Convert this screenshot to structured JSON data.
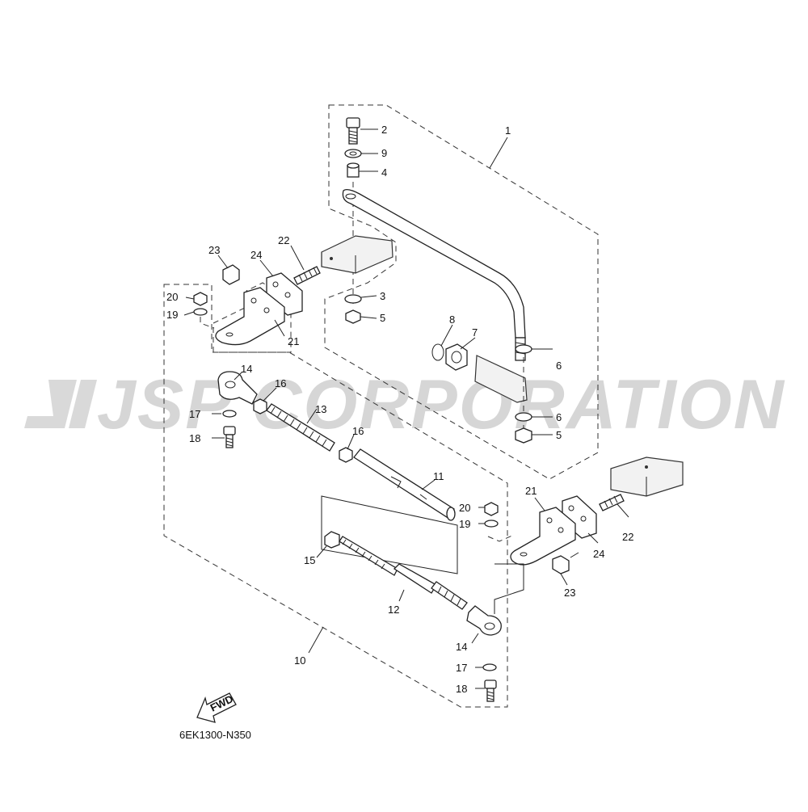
{
  "watermark": "JSP CORPORATION",
  "diagram_code": "6EK1300-N350",
  "fwd_label": "FWD",
  "callouts": {
    "c1": "1",
    "c2": "2",
    "c9": "9",
    "c4": "4",
    "c22a": "22",
    "c23a": "23",
    "c24a": "24",
    "c20a": "20",
    "c19a": "19",
    "c3": "3",
    "c5a": "5",
    "c21a": "21",
    "c8": "8",
    "c7": "7",
    "c6a": "6",
    "c6b": "6",
    "c5b": "5",
    "c14a": "14",
    "c16a": "16",
    "c17a": "17",
    "c13": "13",
    "c18a": "18",
    "c16b": "16",
    "c11": "11",
    "c20b": "20",
    "c19b": "19",
    "c21b": "21",
    "c22b": "22",
    "c24b": "24",
    "c15": "15",
    "c23b": "23",
    "c12": "12",
    "c14b": "14",
    "c10": "10",
    "c17b": "17",
    "c18b": "18"
  }
}
